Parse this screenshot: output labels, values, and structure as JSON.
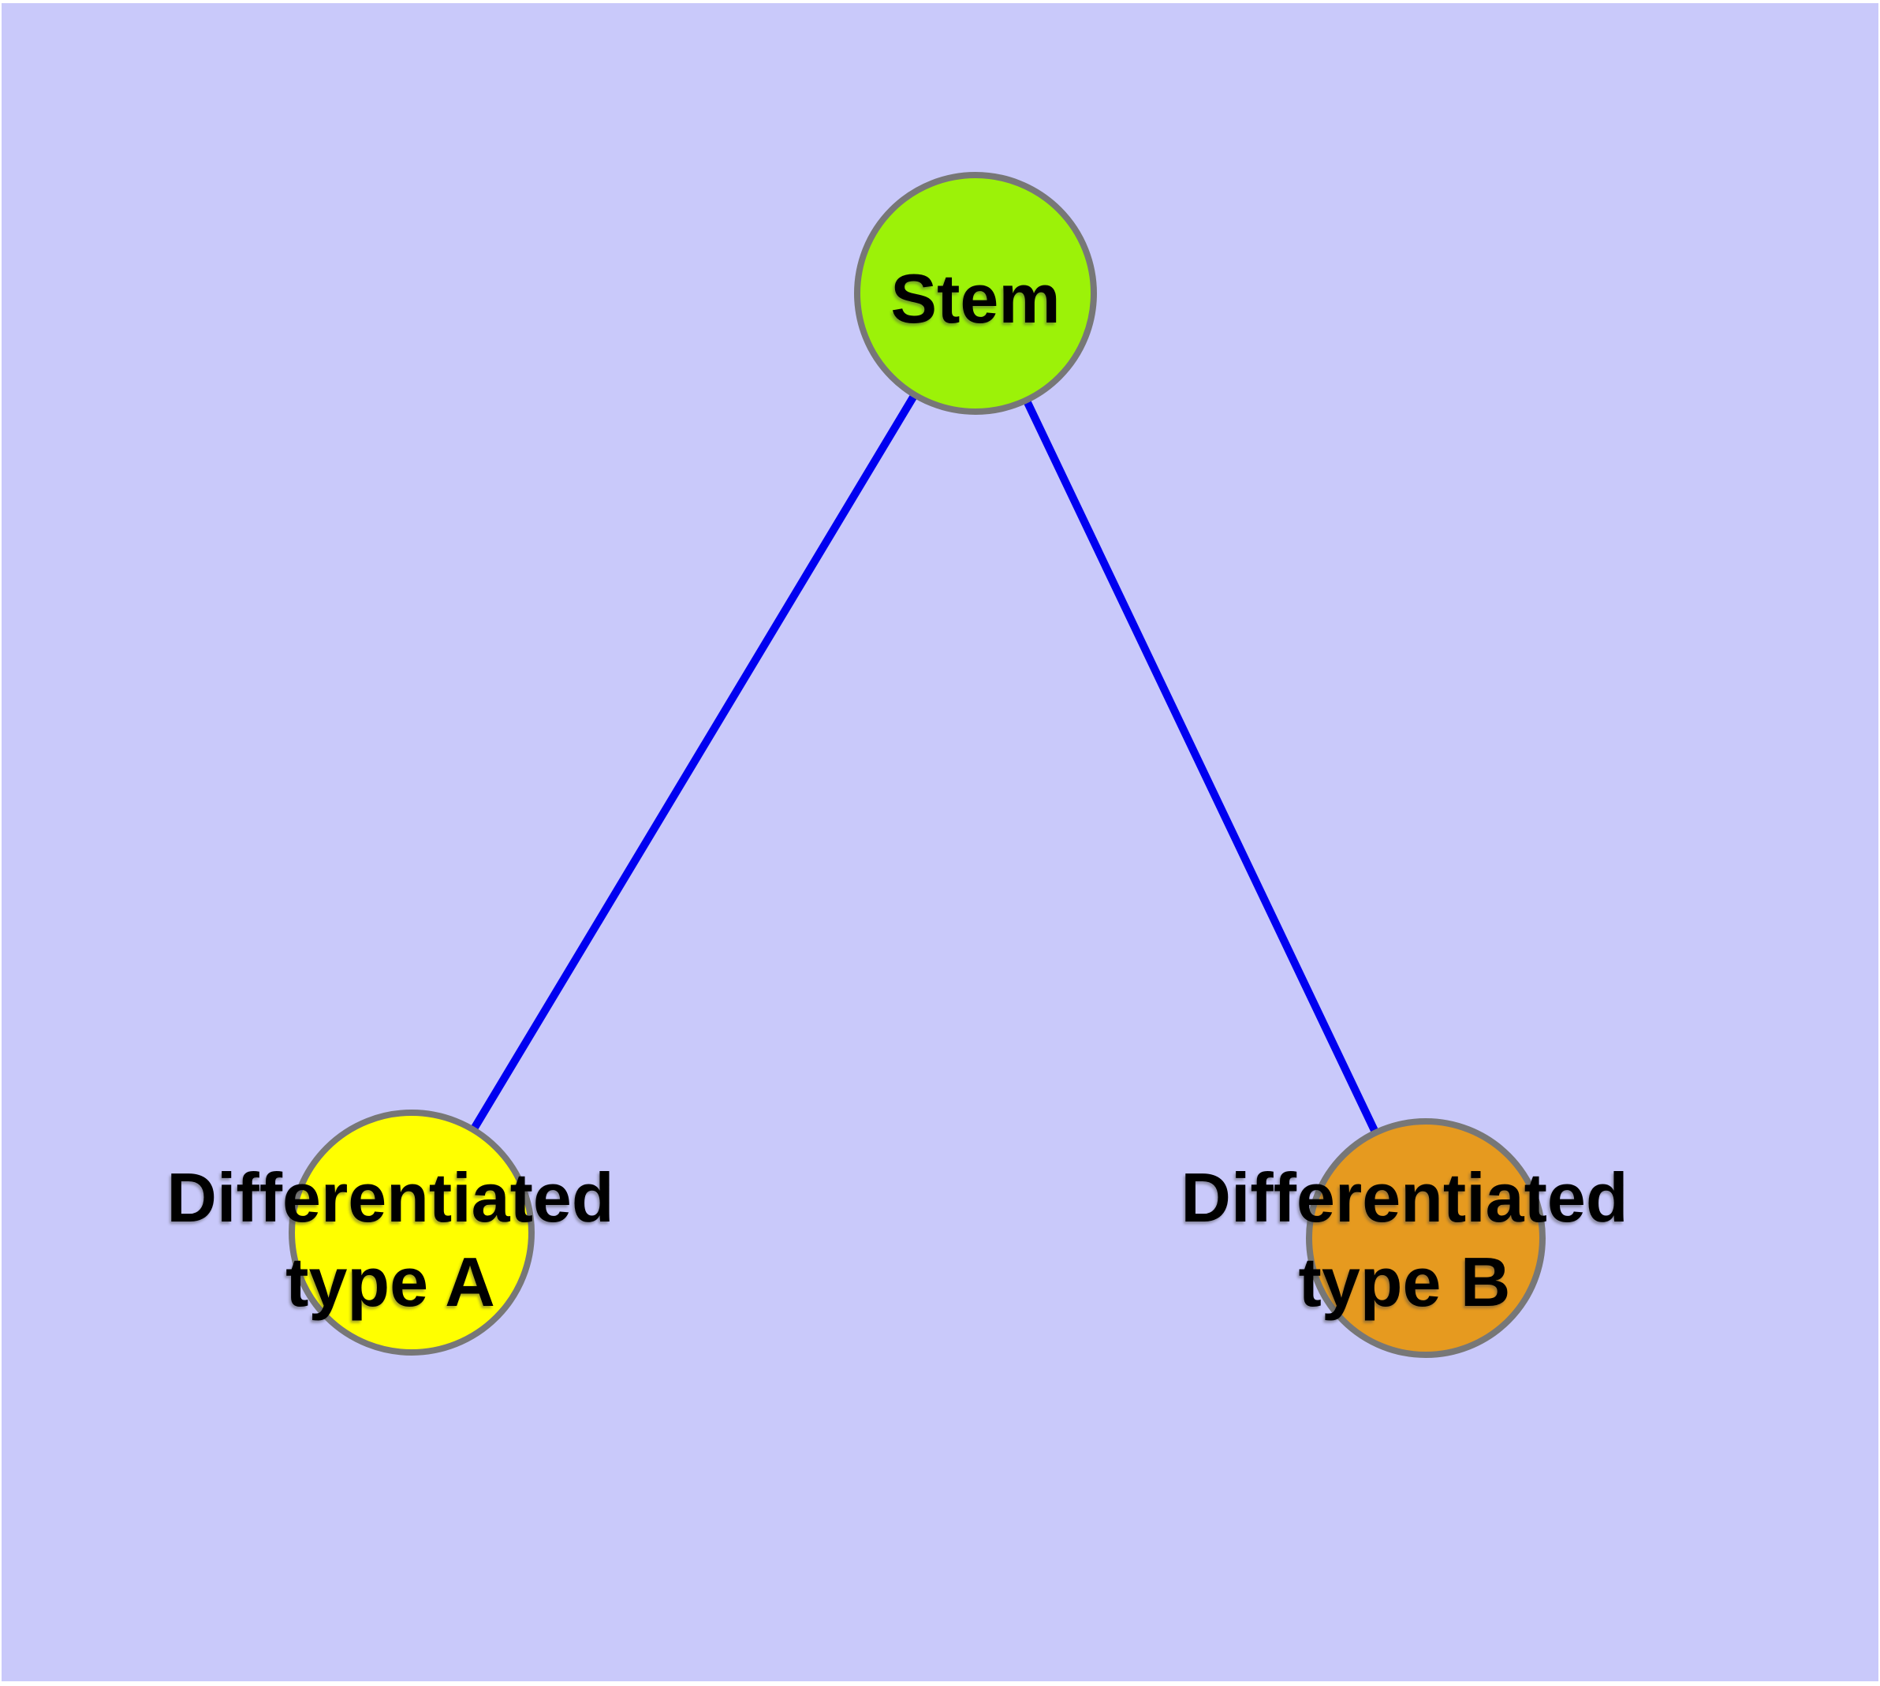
{
  "figure": {
    "type": "node-link-diagram",
    "description": "Stem cell differentiation graph: one stem node linked to two differentiated cell-type nodes"
  },
  "colors": {
    "page_border": "#FFFFFF",
    "background": "#C9C9FA",
    "edge": "#0000F0",
    "node_border": "#777777",
    "label": "#000000"
  },
  "nodes": [
    {
      "id": "stem",
      "label": "Stem",
      "label_lines": [
        "Stem"
      ],
      "fill": "#9CF208"
    },
    {
      "id": "typeA",
      "label": "Differentiated type A",
      "label_lines": [
        "Differentiated",
        "type A"
      ],
      "fill": "#FFFF00"
    },
    {
      "id": "typeB",
      "label": "Differentiated type B",
      "label_lines": [
        "Differentiated",
        "type B"
      ],
      "fill": "#E69A1F"
    }
  ],
  "edges": [
    {
      "from": "Stem",
      "to": "Differentiated type A"
    },
    {
      "from": "Stem",
      "to": "Differentiated type B"
    }
  ]
}
